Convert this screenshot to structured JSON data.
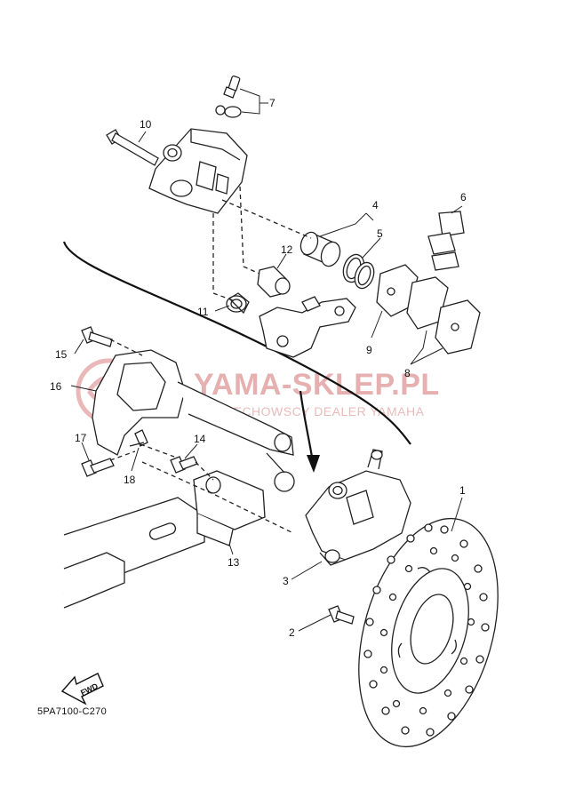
{
  "diagram": {
    "code": "5PA7100-C270",
    "watermark": {
      "line1": "YAMA-SKLEP.PL",
      "line2": "WOJCIECHOWSCY DEALER YAMAHA"
    },
    "fwd_label": "FWD",
    "callouts": [
      "1",
      "2",
      "3",
      "4",
      "5",
      "6",
      "7",
      "8",
      "9",
      "10",
      "11",
      "12",
      "13",
      "14",
      "15",
      "16",
      "17",
      "18"
    ]
  },
  "colors": {
    "line": "#222222",
    "watermark": "#e6b0b0",
    "background": "#ffffff"
  }
}
